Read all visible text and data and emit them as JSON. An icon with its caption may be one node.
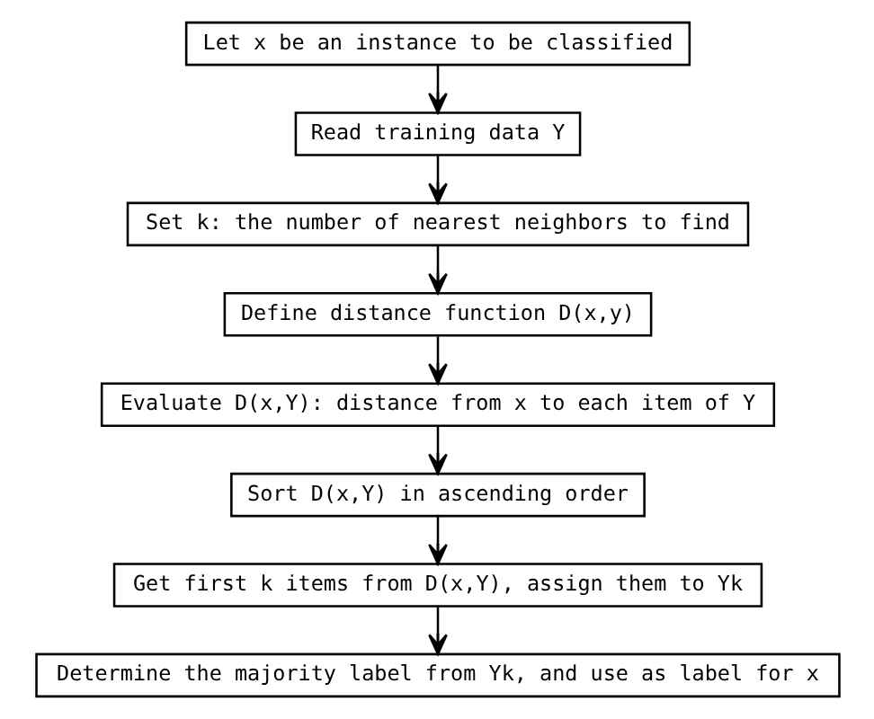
{
  "diagram": {
    "nodes": [
      {
        "text": [
          "Let x be an instance to be classified"
        ]
      },
      {
        "text": [
          "Read training data Y"
        ]
      },
      {
        "text": [
          "Set k: the number of nearest neighbors to find"
        ]
      },
      {
        "text": [
          "Define distance function D(x,y)"
        ]
      },
      {
        "text": [
          "Evaluate D(x,Y): distance from x to each item of Y"
        ]
      },
      {
        "text": [
          "Sort D(x,Y) in ascending order"
        ]
      },
      {
        "text": [
          "Get first k items from D(x,Y), assign them to Yk"
        ]
      },
      {
        "text": [
          "Determine the majority label from Yk, and use as label for x"
        ]
      }
    ],
    "edges": [
      {
        "from": 0,
        "to": 1,
        "arrow": "to"
      },
      {
        "from": 1,
        "to": 2,
        "arrow": "to"
      },
      {
        "from": 2,
        "to": 3,
        "arrow": "to"
      },
      {
        "from": 3,
        "to": 4,
        "arrow": "to"
      },
      {
        "from": 4,
        "to": 5,
        "arrow": "to"
      },
      {
        "from": 5,
        "to": 6,
        "arrow": "to"
      },
      {
        "from": 6,
        "to": 7,
        "arrow": "to"
      }
    ]
  }
}
